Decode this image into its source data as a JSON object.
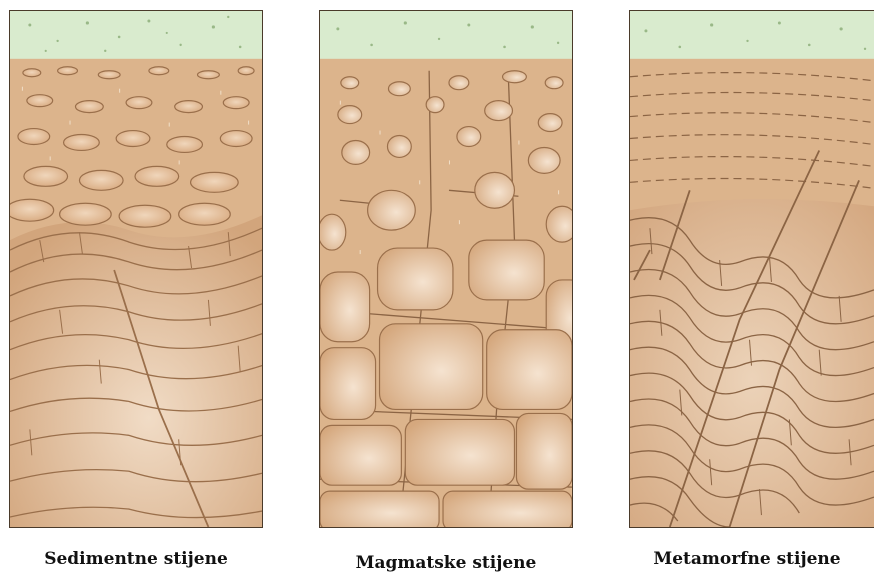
{
  "panels": [
    {
      "id": "sedimentary",
      "label": "Sedimentne stijene"
    },
    {
      "id": "igneous",
      "label": "Magmatske stijene"
    },
    {
      "id": "metamorphic",
      "label": "Metamorfne stijene"
    }
  ],
  "colors": {
    "soil_top": "#d9ebce",
    "regolith": "#dcb48c",
    "bedrock": "#d8ae86",
    "block_fill": "#e6c4a1",
    "block_edge": "#9a6f4b",
    "crack": "#8b6444",
    "frame": "#4a3a2a"
  }
}
